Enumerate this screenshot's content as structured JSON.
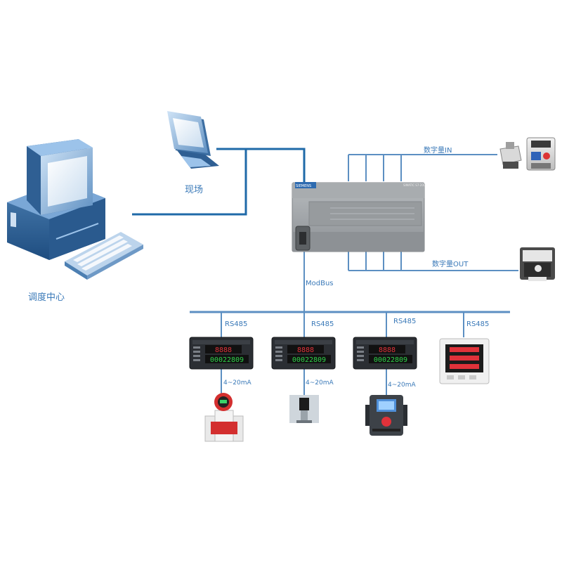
{
  "labels": {
    "dispatch_center": "调度中心",
    "field": "现场",
    "digital_in": "数字量IN",
    "digital_out": "数字量OUT",
    "modbus": "ModBus",
    "rs485": "RS485",
    "analog_signal": "4~20mA"
  },
  "plc": {
    "brand": "SIEMENS",
    "model": "SIMATIC S7-200"
  },
  "meter_display": {
    "top_digits": "8888",
    "bottom_digits": "00022809"
  },
  "colors": {
    "line": "#1f6aa8",
    "bus": "#5c8fc2",
    "label": "#3a79b8",
    "plc_body": "#9ea3a6",
    "led_red": "#e0323a",
    "led_green": "#2fd34a"
  }
}
